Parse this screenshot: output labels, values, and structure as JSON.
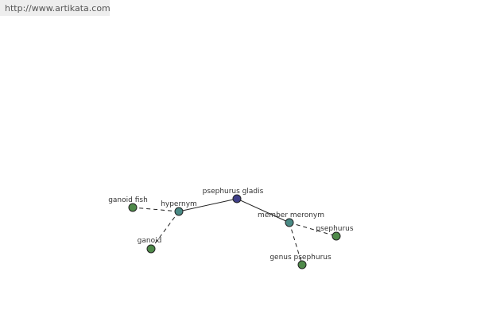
{
  "site_url": "http://www.artikata.com",
  "colors": {
    "root": "#3f3f88",
    "relation": "#4a8a85",
    "leaf": "#4f8a4a",
    "node_stroke": "#222222",
    "edge": "#222222"
  },
  "graph": {
    "nodes": [
      {
        "id": "root",
        "label": "psephurus gladis",
        "kind": "root"
      },
      {
        "id": "hyp",
        "label": "hypernym",
        "kind": "relation"
      },
      {
        "id": "mem",
        "label": "member meronym",
        "kind": "relation"
      },
      {
        "id": "gfish",
        "label": "ganoid fish",
        "kind": "leaf"
      },
      {
        "id": "ganoid",
        "label": "ganoid",
        "kind": "leaf"
      },
      {
        "id": "pseph",
        "label": "psephurus",
        "kind": "leaf"
      },
      {
        "id": "genus",
        "label": "genus psephurus",
        "kind": "leaf"
      }
    ],
    "edges": [
      {
        "from": "root",
        "to": "hyp",
        "style": "solid"
      },
      {
        "from": "root",
        "to": "mem",
        "style": "solid"
      },
      {
        "from": "hyp",
        "to": "gfish",
        "style": "dashed"
      },
      {
        "from": "hyp",
        "to": "ganoid",
        "style": "dashed"
      },
      {
        "from": "mem",
        "to": "pseph",
        "style": "dashed"
      },
      {
        "from": "mem",
        "to": "genus",
        "style": "dashed"
      }
    ]
  }
}
